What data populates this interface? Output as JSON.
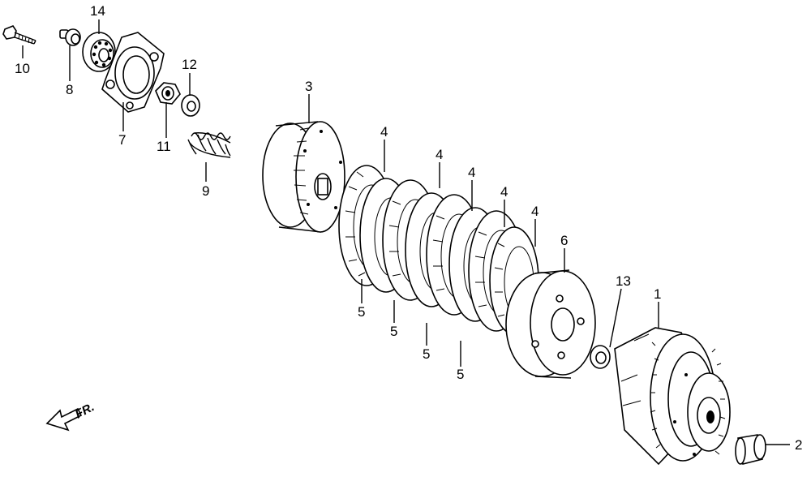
{
  "diagram": {
    "direction_label": "FR.",
    "callouts": [
      {
        "id": "c1",
        "text": "1"
      },
      {
        "id": "c2",
        "text": "2"
      },
      {
        "id": "c3",
        "text": "3"
      },
      {
        "id": "c4a",
        "text": "4"
      },
      {
        "id": "c4b",
        "text": "4"
      },
      {
        "id": "c4c",
        "text": "4"
      },
      {
        "id": "c4d",
        "text": "4"
      },
      {
        "id": "c4e",
        "text": "4"
      },
      {
        "id": "c5a",
        "text": "5"
      },
      {
        "id": "c5b",
        "text": "5"
      },
      {
        "id": "c5c",
        "text": "5"
      },
      {
        "id": "c5d",
        "text": "5"
      },
      {
        "id": "c6",
        "text": "6"
      },
      {
        "id": "c7",
        "text": "7"
      },
      {
        "id": "c8",
        "text": "8"
      },
      {
        "id": "c9",
        "text": "9"
      },
      {
        "id": "c10",
        "text": "10"
      },
      {
        "id": "c11",
        "text": "11"
      },
      {
        "id": "c12",
        "text": "12"
      },
      {
        "id": "c13",
        "text": "13"
      },
      {
        "id": "c14",
        "text": "14"
      }
    ]
  }
}
